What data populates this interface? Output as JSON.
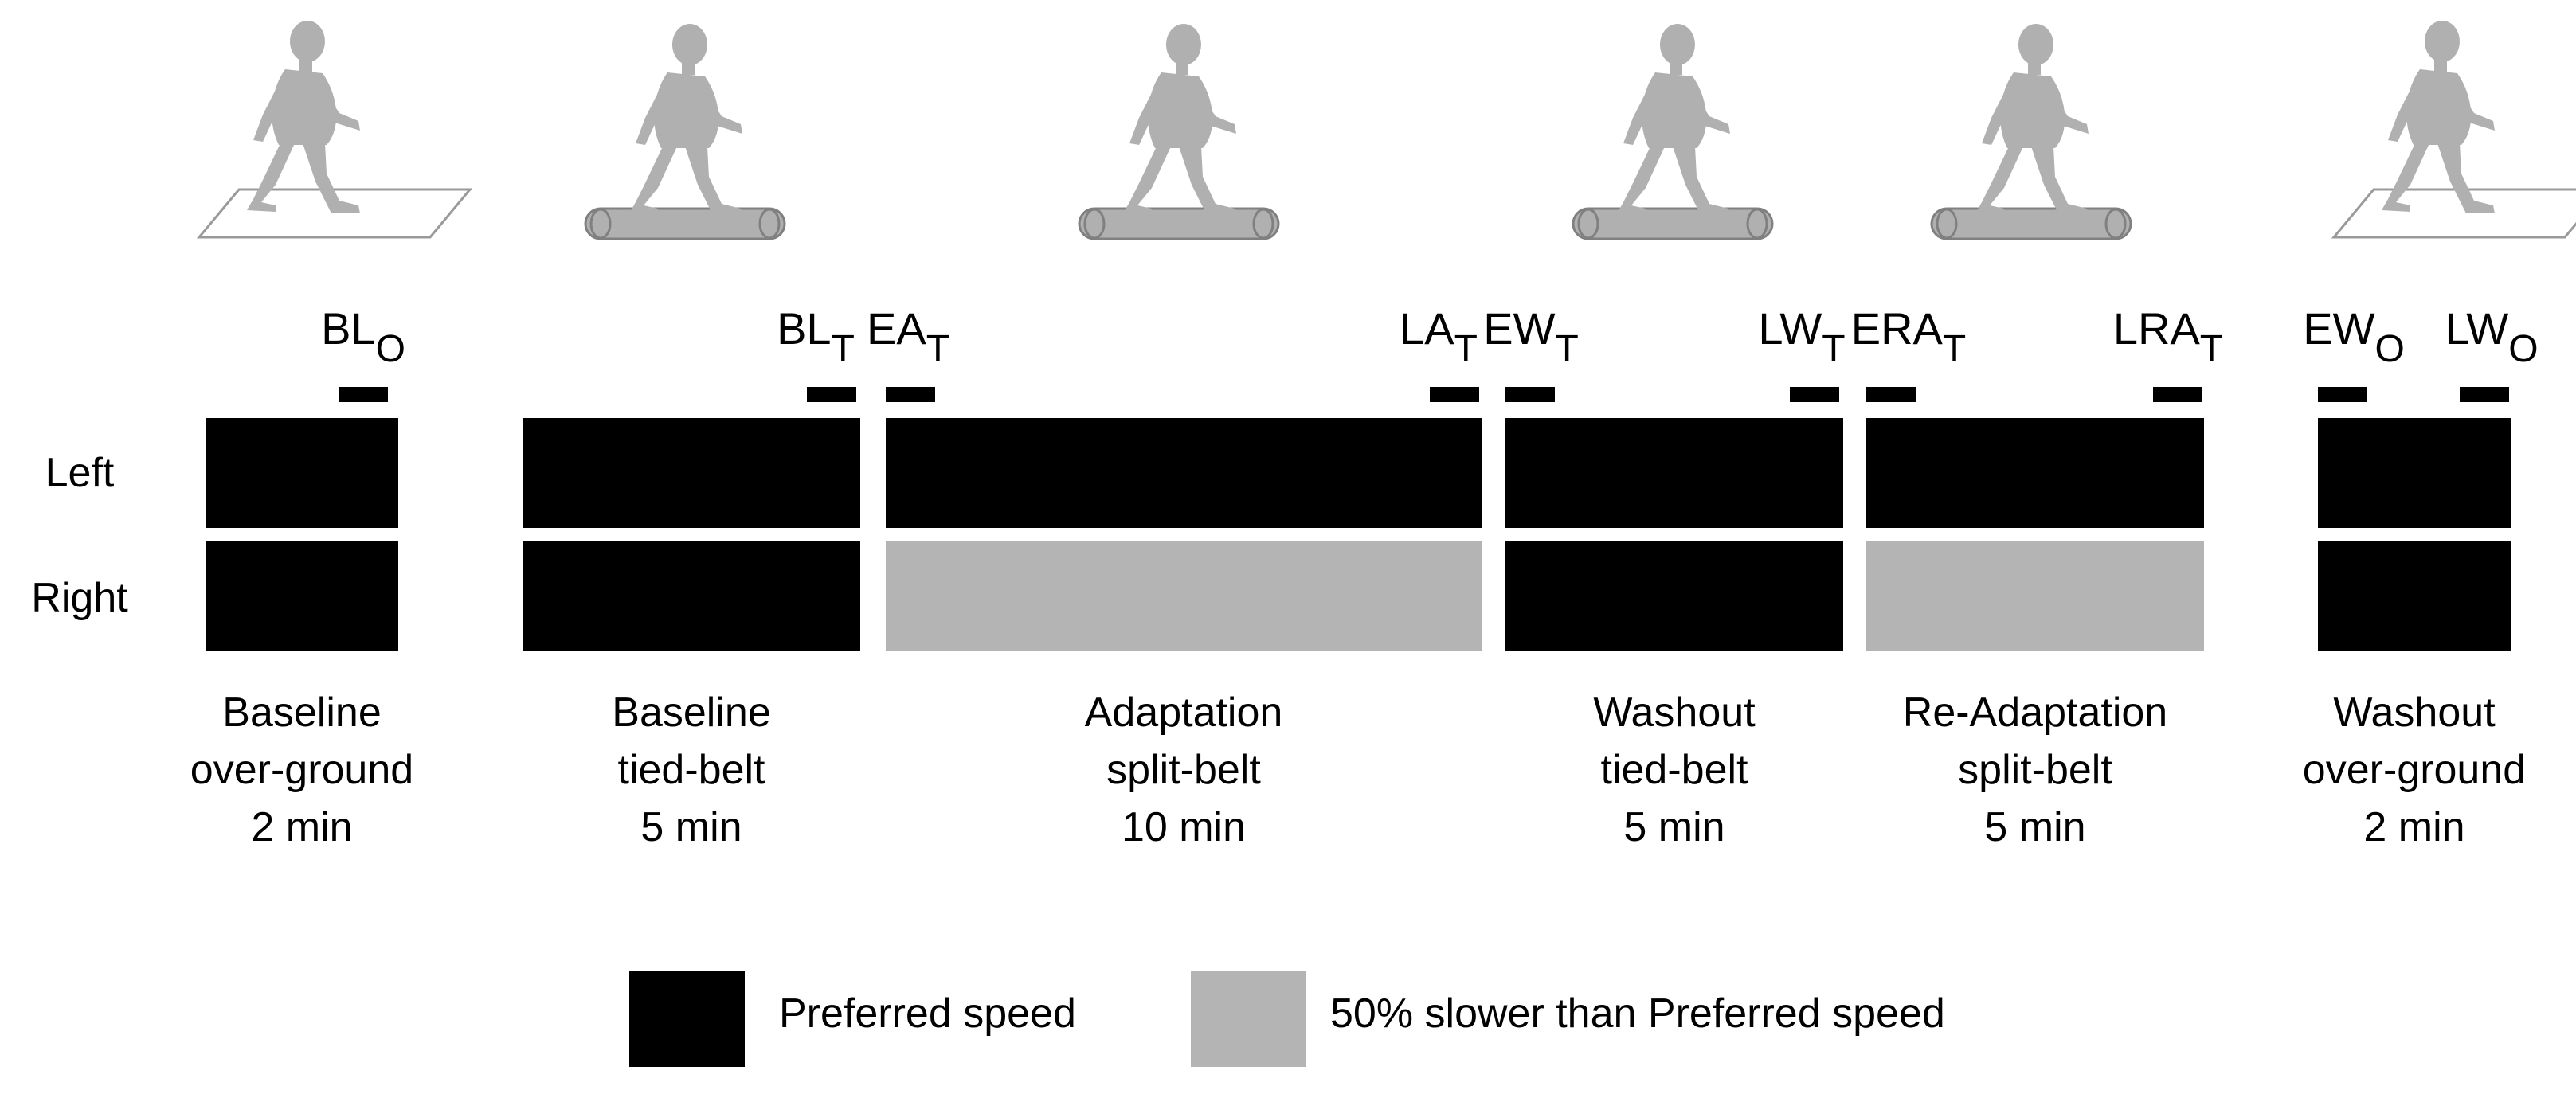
{
  "row_labels": {
    "left": "Left",
    "right": "Right"
  },
  "colors": {
    "preferred": "#000000",
    "slower": "#b4b4b4",
    "figure": "#b0b0b0",
    "treadmill": "#b0b0b0",
    "ground_outline": "#9a9a9a"
  },
  "phases": [
    {
      "id": "bl-og",
      "surface": "ground",
      "lines": [
        "Baseline",
        "over-ground",
        "2 min"
      ],
      "left": "preferred",
      "right": "preferred"
    },
    {
      "id": "bl-tb",
      "surface": "treadmill",
      "lines": [
        "Baseline",
        "tied-belt",
        "5 min"
      ],
      "left": "preferred",
      "right": "preferred"
    },
    {
      "id": "adapt",
      "surface": "treadmill",
      "lines": [
        "Adaptation",
        "split-belt",
        "10 min"
      ],
      "left": "preferred",
      "right": "slower"
    },
    {
      "id": "wash-tb",
      "surface": "treadmill",
      "lines": [
        "Washout",
        "tied-belt",
        "5 min"
      ],
      "left": "preferred",
      "right": "preferred"
    },
    {
      "id": "readapt",
      "surface": "treadmill",
      "lines": [
        "Re-Adaptation",
        "split-belt",
        "5 min"
      ],
      "left": "preferred",
      "right": "slower"
    },
    {
      "id": "wash-og",
      "surface": "ground",
      "lines": [
        "Washout",
        "over-ground",
        "2 min"
      ],
      "left": "preferred",
      "right": "preferred"
    }
  ],
  "markers": [
    {
      "id": "blo",
      "main": "BL",
      "sub": "O"
    },
    {
      "id": "blt",
      "main": "BL",
      "sub": "T"
    },
    {
      "id": "eat",
      "main": "EA",
      "sub": "T"
    },
    {
      "id": "lat",
      "main": "LA",
      "sub": "T"
    },
    {
      "id": "ewt",
      "main": "EW",
      "sub": "T"
    },
    {
      "id": "lwt",
      "main": "LW",
      "sub": "T"
    },
    {
      "id": "erat",
      "main": "ERA",
      "sub": "T"
    },
    {
      "id": "lrat",
      "main": "LRA",
      "sub": "T"
    },
    {
      "id": "ewo",
      "main": "EW",
      "sub": "O"
    },
    {
      "id": "lwo",
      "main": "LW",
      "sub": "O"
    }
  ],
  "legend": [
    {
      "key": "preferred",
      "label": "Preferred speed"
    },
    {
      "key": "slower",
      "label": "50% slower than Preferred speed"
    }
  ]
}
